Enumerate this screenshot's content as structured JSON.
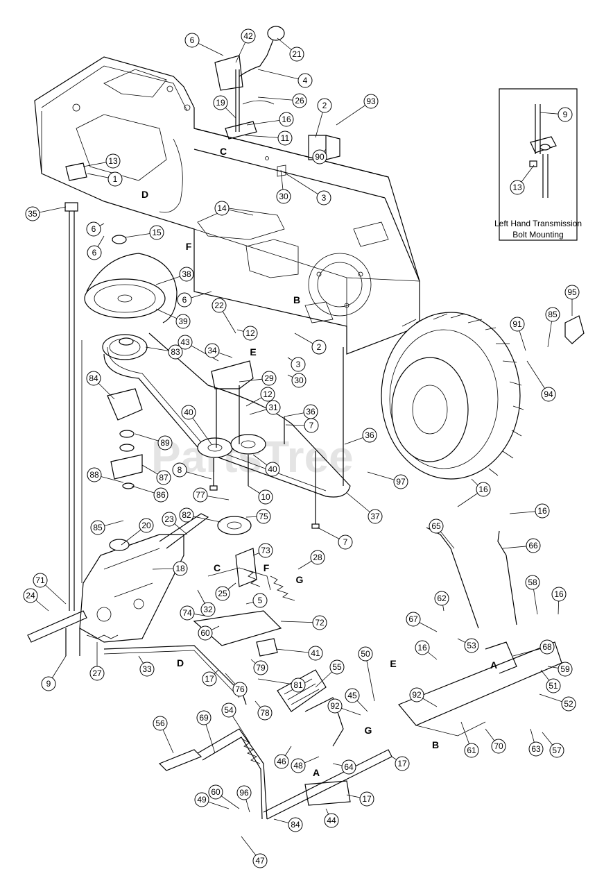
{
  "watermark": "PartsTree",
  "inset": {
    "title_line1": "Left Hand Transmission",
    "title_line2": "Bolt Mounting",
    "callouts": [
      "9",
      "13"
    ]
  },
  "letters": [
    "C",
    "D",
    "F",
    "B",
    "E",
    "C",
    "F",
    "G",
    "D",
    "A",
    "E",
    "G",
    "B",
    "A"
  ],
  "callouts": [
    "6",
    "42",
    "21",
    "4",
    "26",
    "19",
    "16",
    "11",
    "2",
    "93",
    "13",
    "1",
    "90",
    "30",
    "3",
    "35",
    "14",
    "6",
    "15",
    "6",
    "38",
    "39",
    "22",
    "12",
    "2",
    "43",
    "34",
    "3",
    "30",
    "29",
    "12",
    "31",
    "36",
    "7",
    "83",
    "84",
    "40",
    "89",
    "87",
    "88",
    "86",
    "85",
    "8",
    "40",
    "10",
    "7",
    "37",
    "36",
    "97",
    "77",
    "82",
    "75",
    "20",
    "23",
    "73",
    "28",
    "18",
    "71",
    "24",
    "25",
    "32",
    "5",
    "74",
    "60",
    "72",
    "41",
    "79",
    "81",
    "78",
    "76",
    "17",
    "27",
    "33",
    "9",
    "16",
    "65",
    "16",
    "66",
    "58",
    "16",
    "62",
    "67",
    "53",
    "68",
    "59",
    "51",
    "52",
    "50",
    "16",
    "55",
    "45",
    "92",
    "92",
    "61",
    "70",
    "63",
    "57",
    "54",
    "56",
    "69",
    "46",
    "48",
    "64",
    "17",
    "17",
    "44",
    "49",
    "60",
    "96",
    "84",
    "47",
    "95",
    "85",
    "91",
    "94",
    "6"
  ]
}
